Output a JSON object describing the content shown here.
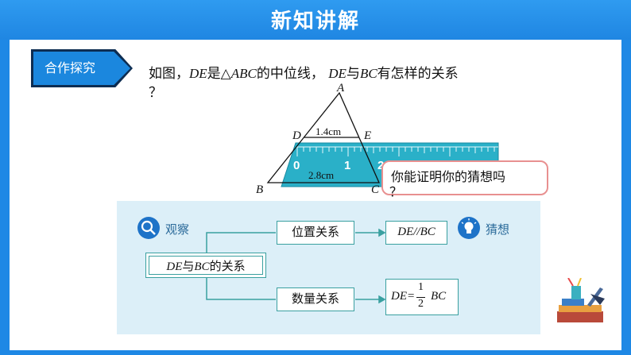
{
  "header": {
    "title": "新知讲解"
  },
  "badge": {
    "label": "合作探究"
  },
  "question": {
    "p1": "如图，",
    "de": "DE",
    "p2": "是△",
    "abc": "ABC",
    "p3": "的中位线， ",
    "de2": "DE",
    "p4": "与",
    "bc": "BC",
    "p5": "有怎样的关系",
    "qmark": "？"
  },
  "figure": {
    "A": "A",
    "B": "B",
    "C": "C",
    "D": "D",
    "E": "E",
    "de_length": "1.4cm",
    "bc_length": "2.8cm",
    "ruler_ticks": [
      "0",
      "1",
      "2"
    ]
  },
  "bubble": {
    "line1": "你能证明你的猜想吗",
    "line2": "？"
  },
  "concept_map": {
    "observe_label": "观察",
    "guess_label": "猜想",
    "root": "DE与BC的关系",
    "root_de": "DE",
    "root_mid": "与",
    "root_bc": "BC",
    "root_tail": "的关系",
    "position": "位置关系",
    "quantity": "数量关系",
    "parallel": "DE//BC",
    "eq_left": "DE=",
    "eq_num": "1",
    "eq_den": "2",
    "eq_right": "BC"
  },
  "colors": {
    "header_blue": "#1f86e2",
    "badge_blue": "#1b87de",
    "ruler_teal": "#2ab0c8",
    "panel_light": "#dceff8",
    "box_border": "#3aa0a0",
    "bubble_border": "#e89090"
  },
  "icons": [
    "magnifier-icon",
    "lightbulb-icon",
    "stationery-icon"
  ]
}
